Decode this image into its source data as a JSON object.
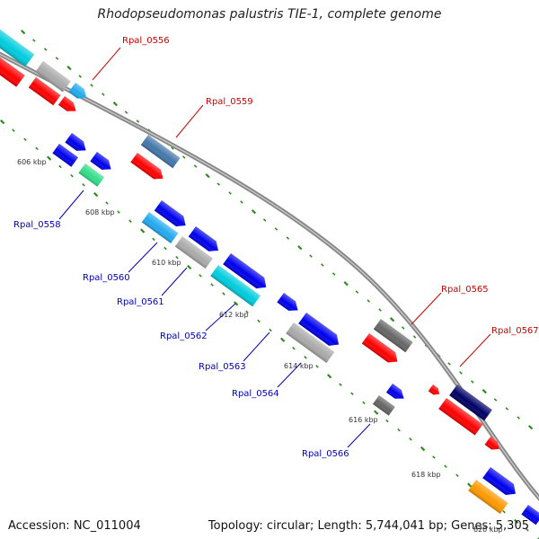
{
  "header": {
    "title": "Rhodopseudomonas palustris TIE-1, complete genome"
  },
  "footer": {
    "accession": "Accession: NC_011004",
    "summary": "Topology: circular; Length: 5,744,041 bp; Genes: 5,305"
  },
  "ticks": [
    "606 kbp",
    "608 kbp",
    "610 kbp",
    "612 kbp",
    "614 kbp",
    "616 kbp",
    "618 kbp",
    "620 kbp"
  ],
  "gene_labels": {
    "forward": [
      "Rpal_0556",
      "Rpal_0559",
      "Rpal_0565",
      "Rpal_0567"
    ],
    "reverse": [
      "Rpal_0558",
      "Rpal_0560",
      "Rpal_0561",
      "Rpal_0562",
      "Rpal_0563",
      "Rpal_0564",
      "Rpal_0566"
    ]
  },
  "colors": {
    "forward_label": "#cc0000",
    "reverse_label": "#0000bb",
    "backbone": "#888888",
    "tick": "#2e8b1e",
    "red": "#ff0000",
    "blue": "#0000ee",
    "cyan": "#00ccdd",
    "sky": "#22aaee",
    "steel": "#4477aa",
    "gray": "#aaaaaa",
    "darkgray": "#666666",
    "navy": "#000066",
    "green": "#33dd88",
    "orange": "#ff9900"
  }
}
